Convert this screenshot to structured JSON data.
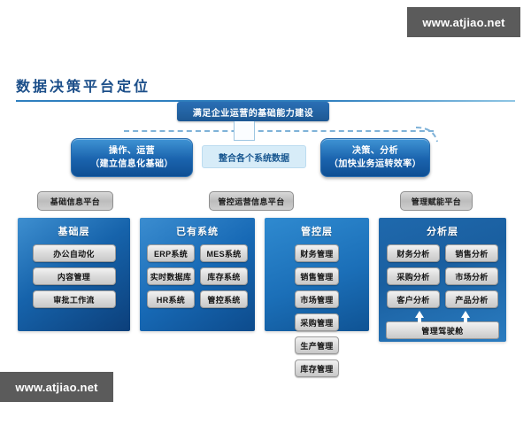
{
  "watermarks": {
    "top": "www.atjiao.net",
    "bottom": "www.atjiao.net"
  },
  "header": {
    "title": "数据决策平台定位"
  },
  "strategy": {
    "banner": "满足企业运营的基础能力建设",
    "left_pill": {
      "line1": "操作、运营",
      "line2": "（建立信息化基础）"
    },
    "middle_note": "整合各个系统数据",
    "right_pill": {
      "line1": "决策、分析",
      "line2": "（加快业务运转效率）"
    }
  },
  "platform_tags": [
    {
      "label": "基础信息平台"
    },
    {
      "label": "管控运营信息平台"
    },
    {
      "label": "管理赋能平台"
    }
  ],
  "panels": [
    {
      "title": "基础层",
      "items": [
        "办公自动化",
        "内容管理",
        "审批工作流"
      ]
    },
    {
      "title": "已有系统",
      "items": [
        "ERP系统",
        "MES系统",
        "实时数据库",
        "库存系统",
        "HR系统",
        "管控系统"
      ]
    },
    {
      "title": "管控层",
      "items": [
        "财务管理",
        "销售管理",
        "市场管理",
        "采购管理",
        "生产管理",
        "库存管理"
      ]
    },
    {
      "title": "分析层",
      "items": [
        "财务分析",
        "销售分析",
        "采购分析",
        "市场分析",
        "客户分析",
        "产品分析"
      ],
      "footer": "管理驾驶舱"
    }
  ],
  "colors": {
    "title_blue": "#1b4e89",
    "panel_blue": "#1663ab",
    "accent_light": "#d7ecf8",
    "chip_gray": "#dcdcdc",
    "watermark_bg": "#5b5b5b"
  }
}
